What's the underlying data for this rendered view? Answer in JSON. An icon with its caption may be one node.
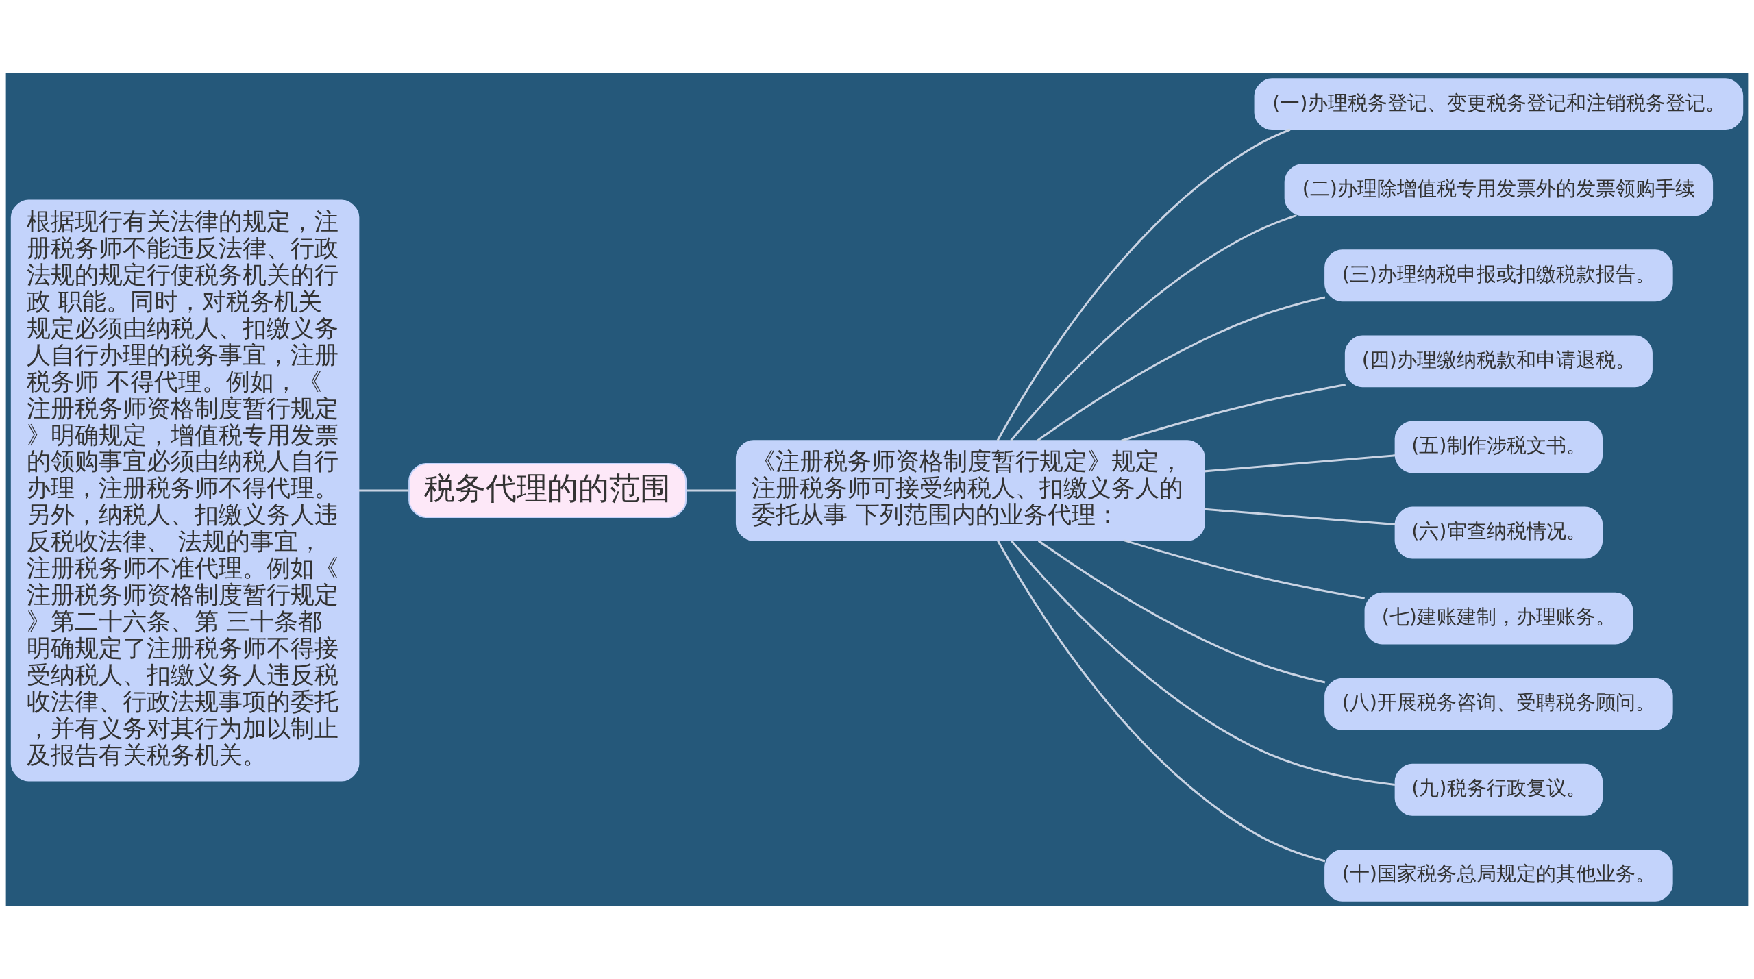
{
  "diagram": {
    "nodes": [
      {
        "text": [
          "税务代理的的范围"
        ]
      },
      {
        "text": [
          "根据现行有关法律的规定，注册税务师不能违反法律、行政法规的规定行使税务机关的行政 职能。同时，对税务机关规定必须由纳税人、扣缴义务人自行办理的税务事宜，注册税务师 不得代理。例如，《注册税务师资格制度暂行规定》明确规定，增值税专用发票的领购事宜必须由纳税人自行办理，注册税务师不得代理。另外，纳税人、扣缴义务人违反税收法律、 法规的事宜，注册税务师不准代理。例如《注册税务师资格制度暂行规定》第二十六条、第 三十条都明确规定了注册税务师不得接受纳税人、扣缴义务人违反税收法律、行政法规事项的委托，并有义务对其行为加以制止及报告有关税务机关。"
        ]
      },
      {
        "text": [
          "《注册税务师资格制度暂行规定》规定，注册税务师可接受纳税人、扣缴义务人的委托从事 下列范围内的业务代理："
        ]
      },
      {
        "text": [
          "(一)办理税务登记、变更税务登记和注销税务登记。"
        ]
      },
      {
        "text": [
          "(二)办理除增值税专用发票外的发票领购手续"
        ]
      },
      {
        "text": [
          "(三)办理纳税申报或扣缴税款报告。"
        ]
      },
      {
        "text": [
          "(四)办理缴纳税款和申请退税。"
        ]
      },
      {
        "text": [
          "(五)制作涉税文书。"
        ]
      },
      {
        "text": [
          "(六)审查纳税情况。"
        ]
      },
      {
        "text": [
          "(七)建账建制，办理账务。"
        ]
      },
      {
        "text": [
          "(八)开展税务咨询、受聘税务顾问。"
        ]
      },
      {
        "text": [
          "(九)税务行政复议。"
        ]
      },
      {
        "text": [
          "(十)国家税务总局规定的其他业务。"
        ]
      }
    ],
    "edges": [
      {
        "from": 0,
        "to": 1,
        "arrow": "none"
      },
      {
        "from": 0,
        "to": 2,
        "arrow": "none"
      },
      {
        "from": 2,
        "to": 3,
        "arrow": "none"
      },
      {
        "from": 2,
        "to": 4,
        "arrow": "none"
      },
      {
        "from": 2,
        "to": 5,
        "arrow": "none"
      },
      {
        "from": 2,
        "to": 6,
        "arrow": "none"
      },
      {
        "from": 2,
        "to": 7,
        "arrow": "none"
      },
      {
        "from": 2,
        "to": 8,
        "arrow": "none"
      },
      {
        "from": 2,
        "to": 9,
        "arrow": "none"
      },
      {
        "from": 2,
        "to": 10,
        "arrow": "none"
      },
      {
        "from": 2,
        "to": 11,
        "arrow": "none"
      },
      {
        "from": 2,
        "to": 12,
        "arrow": "none"
      }
    ]
  }
}
